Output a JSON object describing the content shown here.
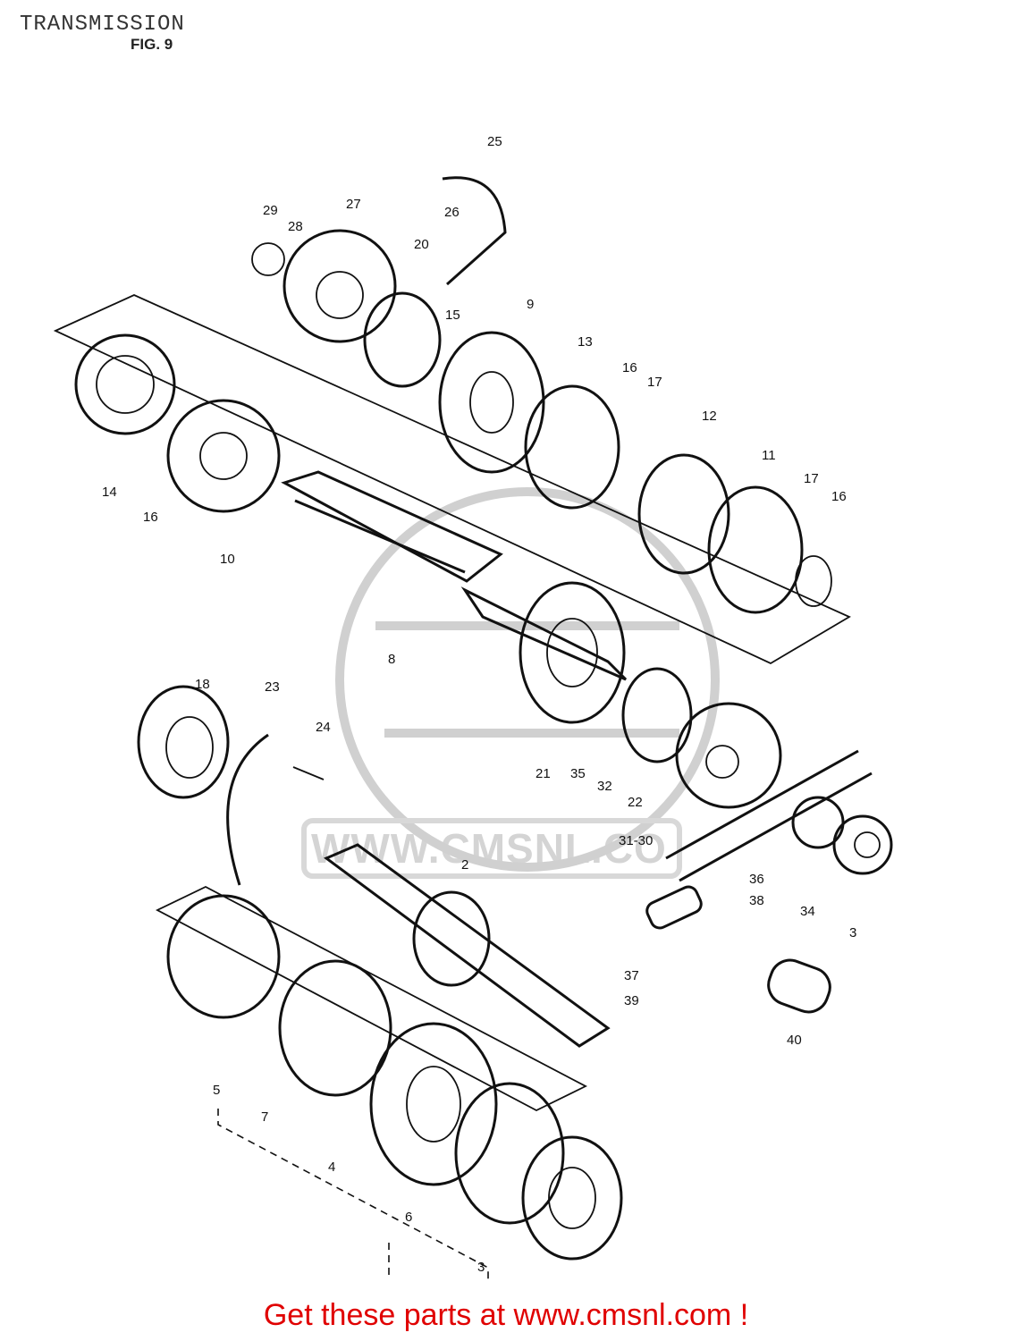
{
  "header": {
    "title": "TRANSMISSION",
    "figure": "FIG. 9"
  },
  "watermark": {
    "text": "WWW.CMSNL.CO"
  },
  "callouts": [
    {
      "label": "25"
    },
    {
      "label": "26"
    },
    {
      "label": "29"
    },
    {
      "label": "28"
    },
    {
      "label": "27"
    },
    {
      "label": "20"
    },
    {
      "label": "15"
    },
    {
      "label": "9"
    },
    {
      "label": "13"
    },
    {
      "label": "16"
    },
    {
      "label": "17"
    },
    {
      "label": "12"
    },
    {
      "label": "11"
    },
    {
      "label": "17"
    },
    {
      "label": "16"
    },
    {
      "label": "14"
    },
    {
      "label": "16"
    },
    {
      "label": "10"
    },
    {
      "label": "8"
    },
    {
      "label": "18"
    },
    {
      "label": "23"
    },
    {
      "label": "24"
    },
    {
      "label": "21"
    },
    {
      "label": "35"
    },
    {
      "label": "32"
    },
    {
      "label": "22"
    },
    {
      "label": "31-30"
    },
    {
      "label": "36"
    },
    {
      "label": "38"
    },
    {
      "label": "34"
    },
    {
      "label": "3"
    },
    {
      "label": "2"
    },
    {
      "label": "37"
    },
    {
      "label": "39"
    },
    {
      "label": "40"
    },
    {
      "label": "5"
    },
    {
      "label": "7"
    },
    {
      "label": "4"
    },
    {
      "label": "6"
    },
    {
      "label": "3"
    }
  ],
  "footer": {
    "text": "Get these parts at www.cmsnl.com !"
  }
}
